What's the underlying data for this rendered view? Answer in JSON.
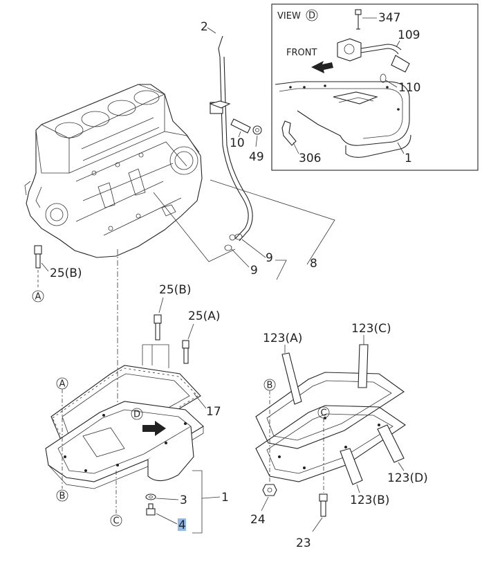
{
  "inset": {
    "view_prefix": "VIEW",
    "view_letter": "D",
    "front_label": "FRONT"
  },
  "callouts": {
    "p2": "2",
    "p10": "10",
    "p49": "49",
    "p9a": "9",
    "p9b": "9",
    "p8": "8",
    "p347": "347",
    "p109": "109",
    "p110": "110",
    "p306": "306",
    "p1_inset": "1",
    "p25b_block": "25(B)",
    "p25b_pan": "25(B)",
    "p25a_pan": "25(A)",
    "p17": "17",
    "p3": "3",
    "p1": "1",
    "p4": "4",
    "p123a": "123(A)",
    "p123c": "123(C)",
    "p123d": "123(D)",
    "p123b": "123(B)",
    "p24": "24",
    "p23": "23"
  },
  "refs": {
    "A_block": "A",
    "A_pan": "A",
    "B_pan": "B",
    "C_pan": "C",
    "D_pan": "D",
    "B_gasket": "B",
    "C_gasket": "C"
  },
  "highlight_color": "#8fb9ee"
}
